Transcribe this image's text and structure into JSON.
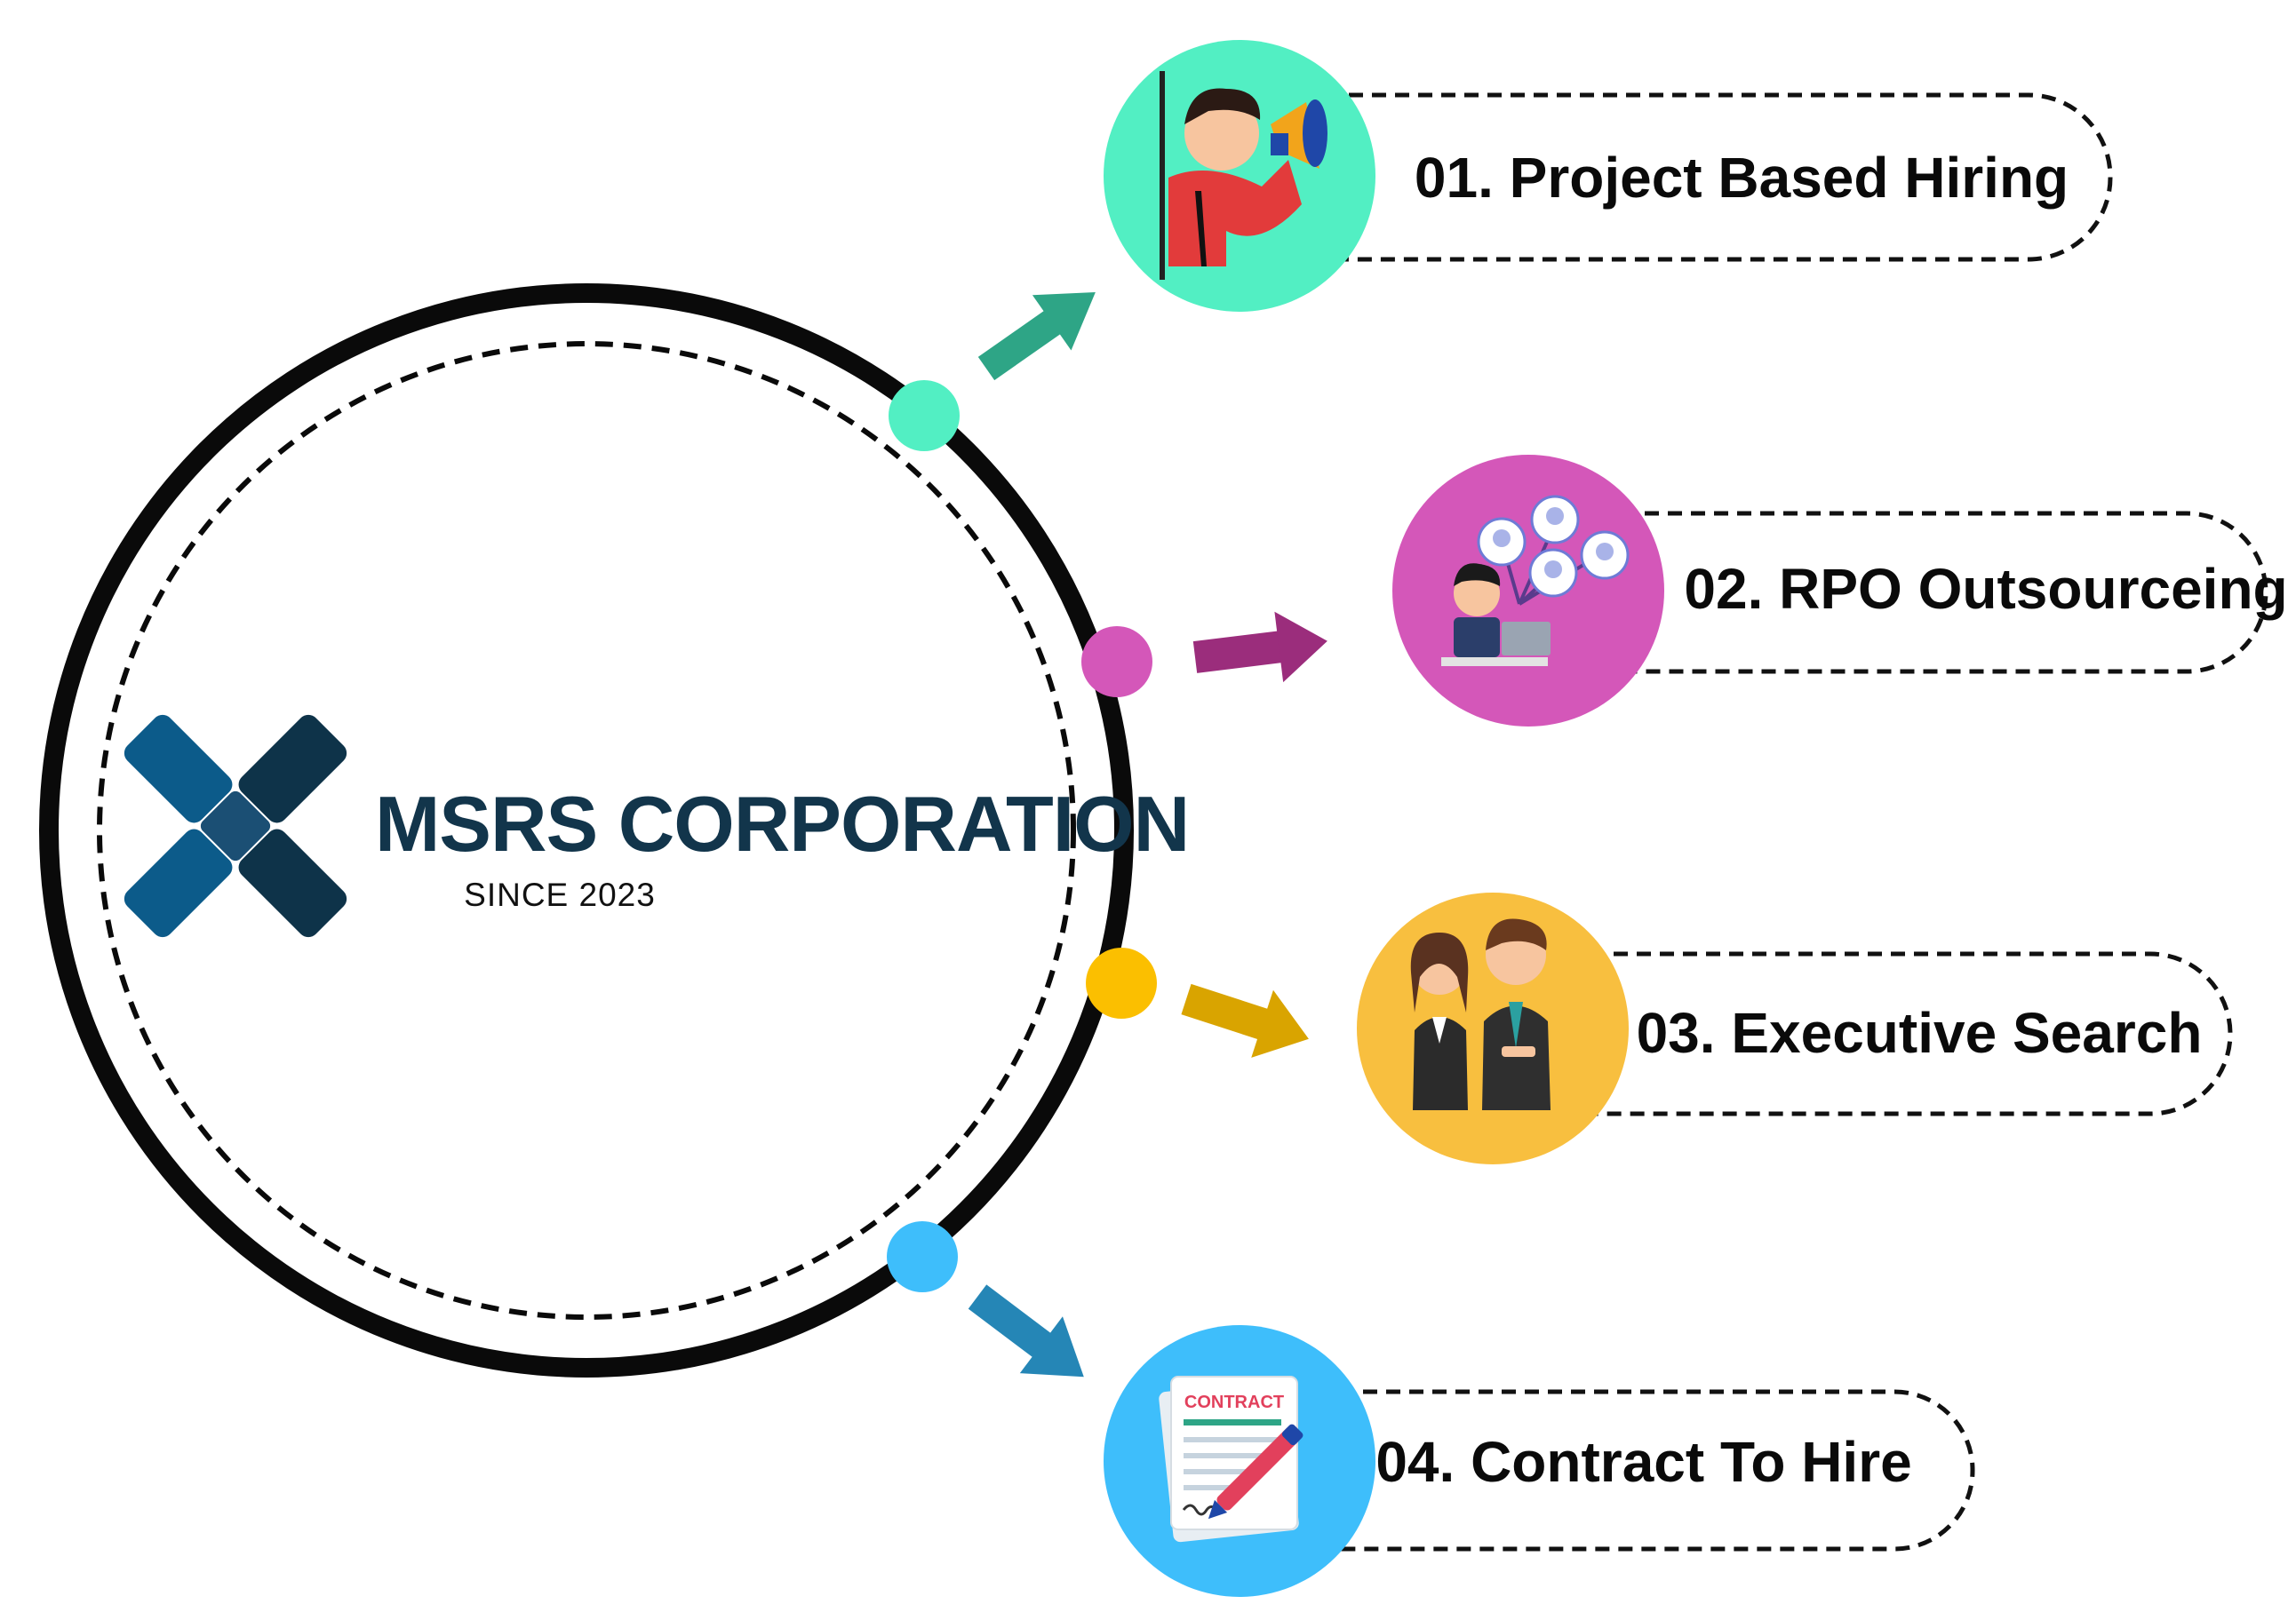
{
  "company": {
    "name": "MSRS CORPORATION",
    "since": "SINCE 2023"
  },
  "contract_doc": {
    "title": "CONTRACT"
  },
  "items": [
    {
      "label": "01. Project Based Hiring",
      "color": "#52efc3",
      "arrow_color": "#2ea586",
      "icon": "megaphone-person-icon"
    },
    {
      "label": "02. RPO Outsourceing",
      "color": "#d457b9",
      "arrow_color": "#9b2d7c",
      "icon": "recruiter-network-icon"
    },
    {
      "label": "03. Executive Search",
      "color": "#f8bf3f",
      "arrow_color": "#d9a400",
      "icon": "business-people-icon"
    },
    {
      "label": "04. Contract To Hire",
      "color": "#3ebefb",
      "arrow_color": "#2586b6",
      "icon": "contract-document-icon"
    }
  ],
  "palette": {
    "logo_dark": "#0e3349",
    "logo_blue": "#0c5b8a",
    "ring": "#0a0a0a"
  }
}
